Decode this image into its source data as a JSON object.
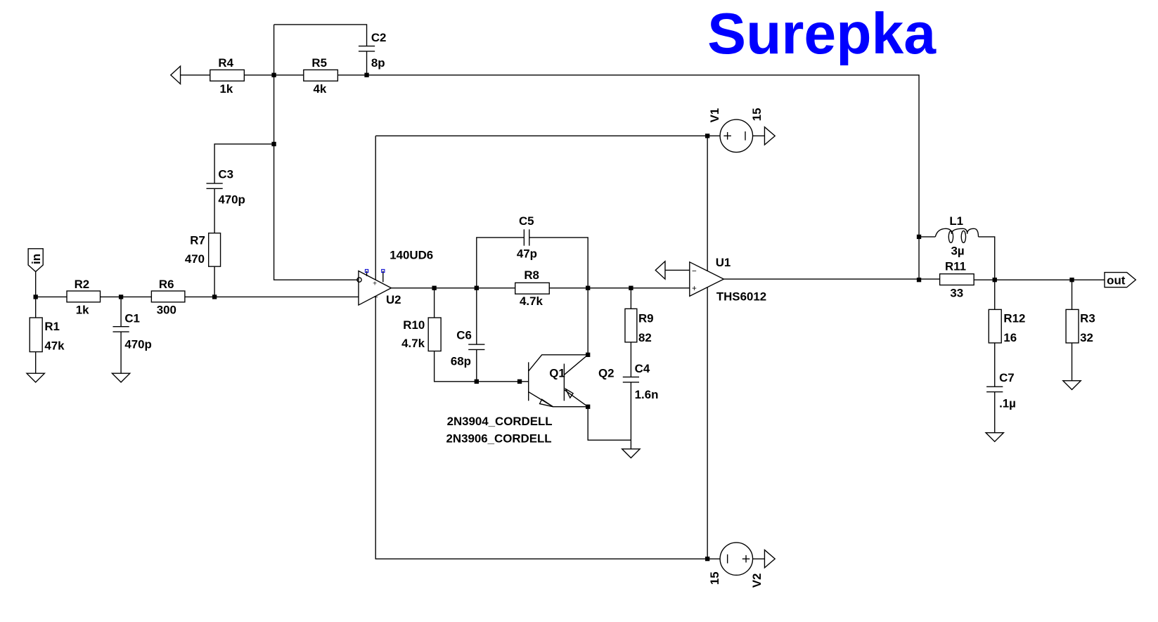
{
  "title": "Surepka",
  "title_color": "#0000ff",
  "ports": {
    "in": "in",
    "out": "out"
  },
  "components": {
    "R1": {
      "ref": "R1",
      "value": "47k"
    },
    "R2": {
      "ref": "R2",
      "value": "1k"
    },
    "R3": {
      "ref": "R3",
      "value": "32"
    },
    "R4": {
      "ref": "R4",
      "value": "1k"
    },
    "R5": {
      "ref": "R5",
      "value": "4k"
    },
    "R6": {
      "ref": "R6",
      "value": "300"
    },
    "R7": {
      "ref": "R7",
      "value": "470"
    },
    "R8": {
      "ref": "R8",
      "value": "4.7k"
    },
    "R9": {
      "ref": "R9",
      "value": "82"
    },
    "R10": {
      "ref": "R10",
      "value": "4.7k"
    },
    "R11": {
      "ref": "R11",
      "value": "33"
    },
    "R12": {
      "ref": "R12",
      "value": "16"
    },
    "C1": {
      "ref": "C1",
      "value": "470p"
    },
    "C2": {
      "ref": "C2",
      "value": "8p"
    },
    "C3": {
      "ref": "C3",
      "value": "470p"
    },
    "C4": {
      "ref": "C4",
      "value": "1.6n"
    },
    "C5": {
      "ref": "C5",
      "value": "47p"
    },
    "C6": {
      "ref": "C6",
      "value": "68p"
    },
    "C7": {
      "ref": "C7",
      "value": ".1µ"
    },
    "L1": {
      "ref": "L1",
      "value": "3µ"
    },
    "U1": {
      "ref": "U1",
      "value": "THS6012"
    },
    "U2": {
      "ref": "U2",
      "value": "140UD6"
    },
    "Q1": {
      "ref": "Q1",
      "value": "2N3904_CORDELL"
    },
    "Q2": {
      "ref": "Q2",
      "value": "2N3906_CORDELL"
    },
    "V1": {
      "ref": "V1",
      "value": "15"
    },
    "V2": {
      "ref": "V2",
      "value": "15"
    }
  }
}
